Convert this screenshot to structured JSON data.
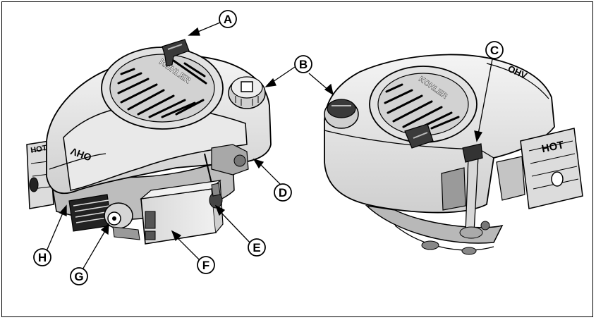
{
  "figure": {
    "callouts": {
      "a": "A",
      "b": "B",
      "c": "C",
      "d": "D",
      "e": "E",
      "f": "F",
      "g": "G",
      "h": "H"
    },
    "engine_left": {
      "brand": "KOHLER",
      "model_badge": "OHV",
      "side_label": "HOT"
    },
    "engine_right": {
      "brand": "KOHLER",
      "model_badge": "OHV",
      "side_label": "HOT"
    }
  },
  "colors": {
    "line": "#000000",
    "shroud": "#e6e6e6",
    "shadow": "#9a9a9a",
    "dark": "#2b2b2b"
  }
}
